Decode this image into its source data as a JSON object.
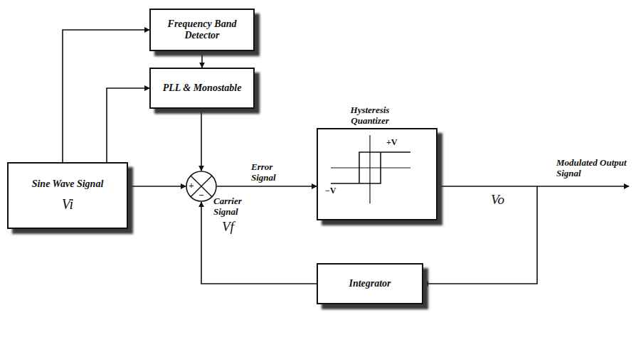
{
  "diagram": {
    "nodes": [
      {
        "text": [
          "Frequency Band Detector"
        ]
      },
      {
        "text": [
          "PLL & Monostable"
        ]
      },
      {
        "text": [
          "Sine Wave Signal",
          "Vi"
        ]
      },
      {
        "text": [
          "+",
          "−"
        ]
      },
      {
        "text": [
          "Hysteresis Quantizer",
          "+V",
          "−V"
        ]
      },
      {
        "text": [
          "Integrator"
        ]
      }
    ],
    "edges": [
      {
        "from": 2,
        "to": 0,
        "arrow": "to"
      },
      {
        "from": 2,
        "to": 1,
        "arrow": "to"
      },
      {
        "from": 0,
        "to": 1,
        "arrow": "to"
      },
      {
        "from": 1,
        "to": 3,
        "arrow": "to"
      },
      {
        "from": 2,
        "to": 3,
        "arrow": "to"
      },
      {
        "from": 3,
        "to": 4,
        "label": "Error Signal",
        "arrow": "to"
      },
      {
        "from": 4,
        "to": 5,
        "arrow": "to"
      },
      {
        "from": 5,
        "to": 3,
        "arrow": "to"
      }
    ],
    "labels": [
      "Carrier Signal",
      "Vf",
      "Modulated Output Signal",
      "Vo"
    ]
  }
}
